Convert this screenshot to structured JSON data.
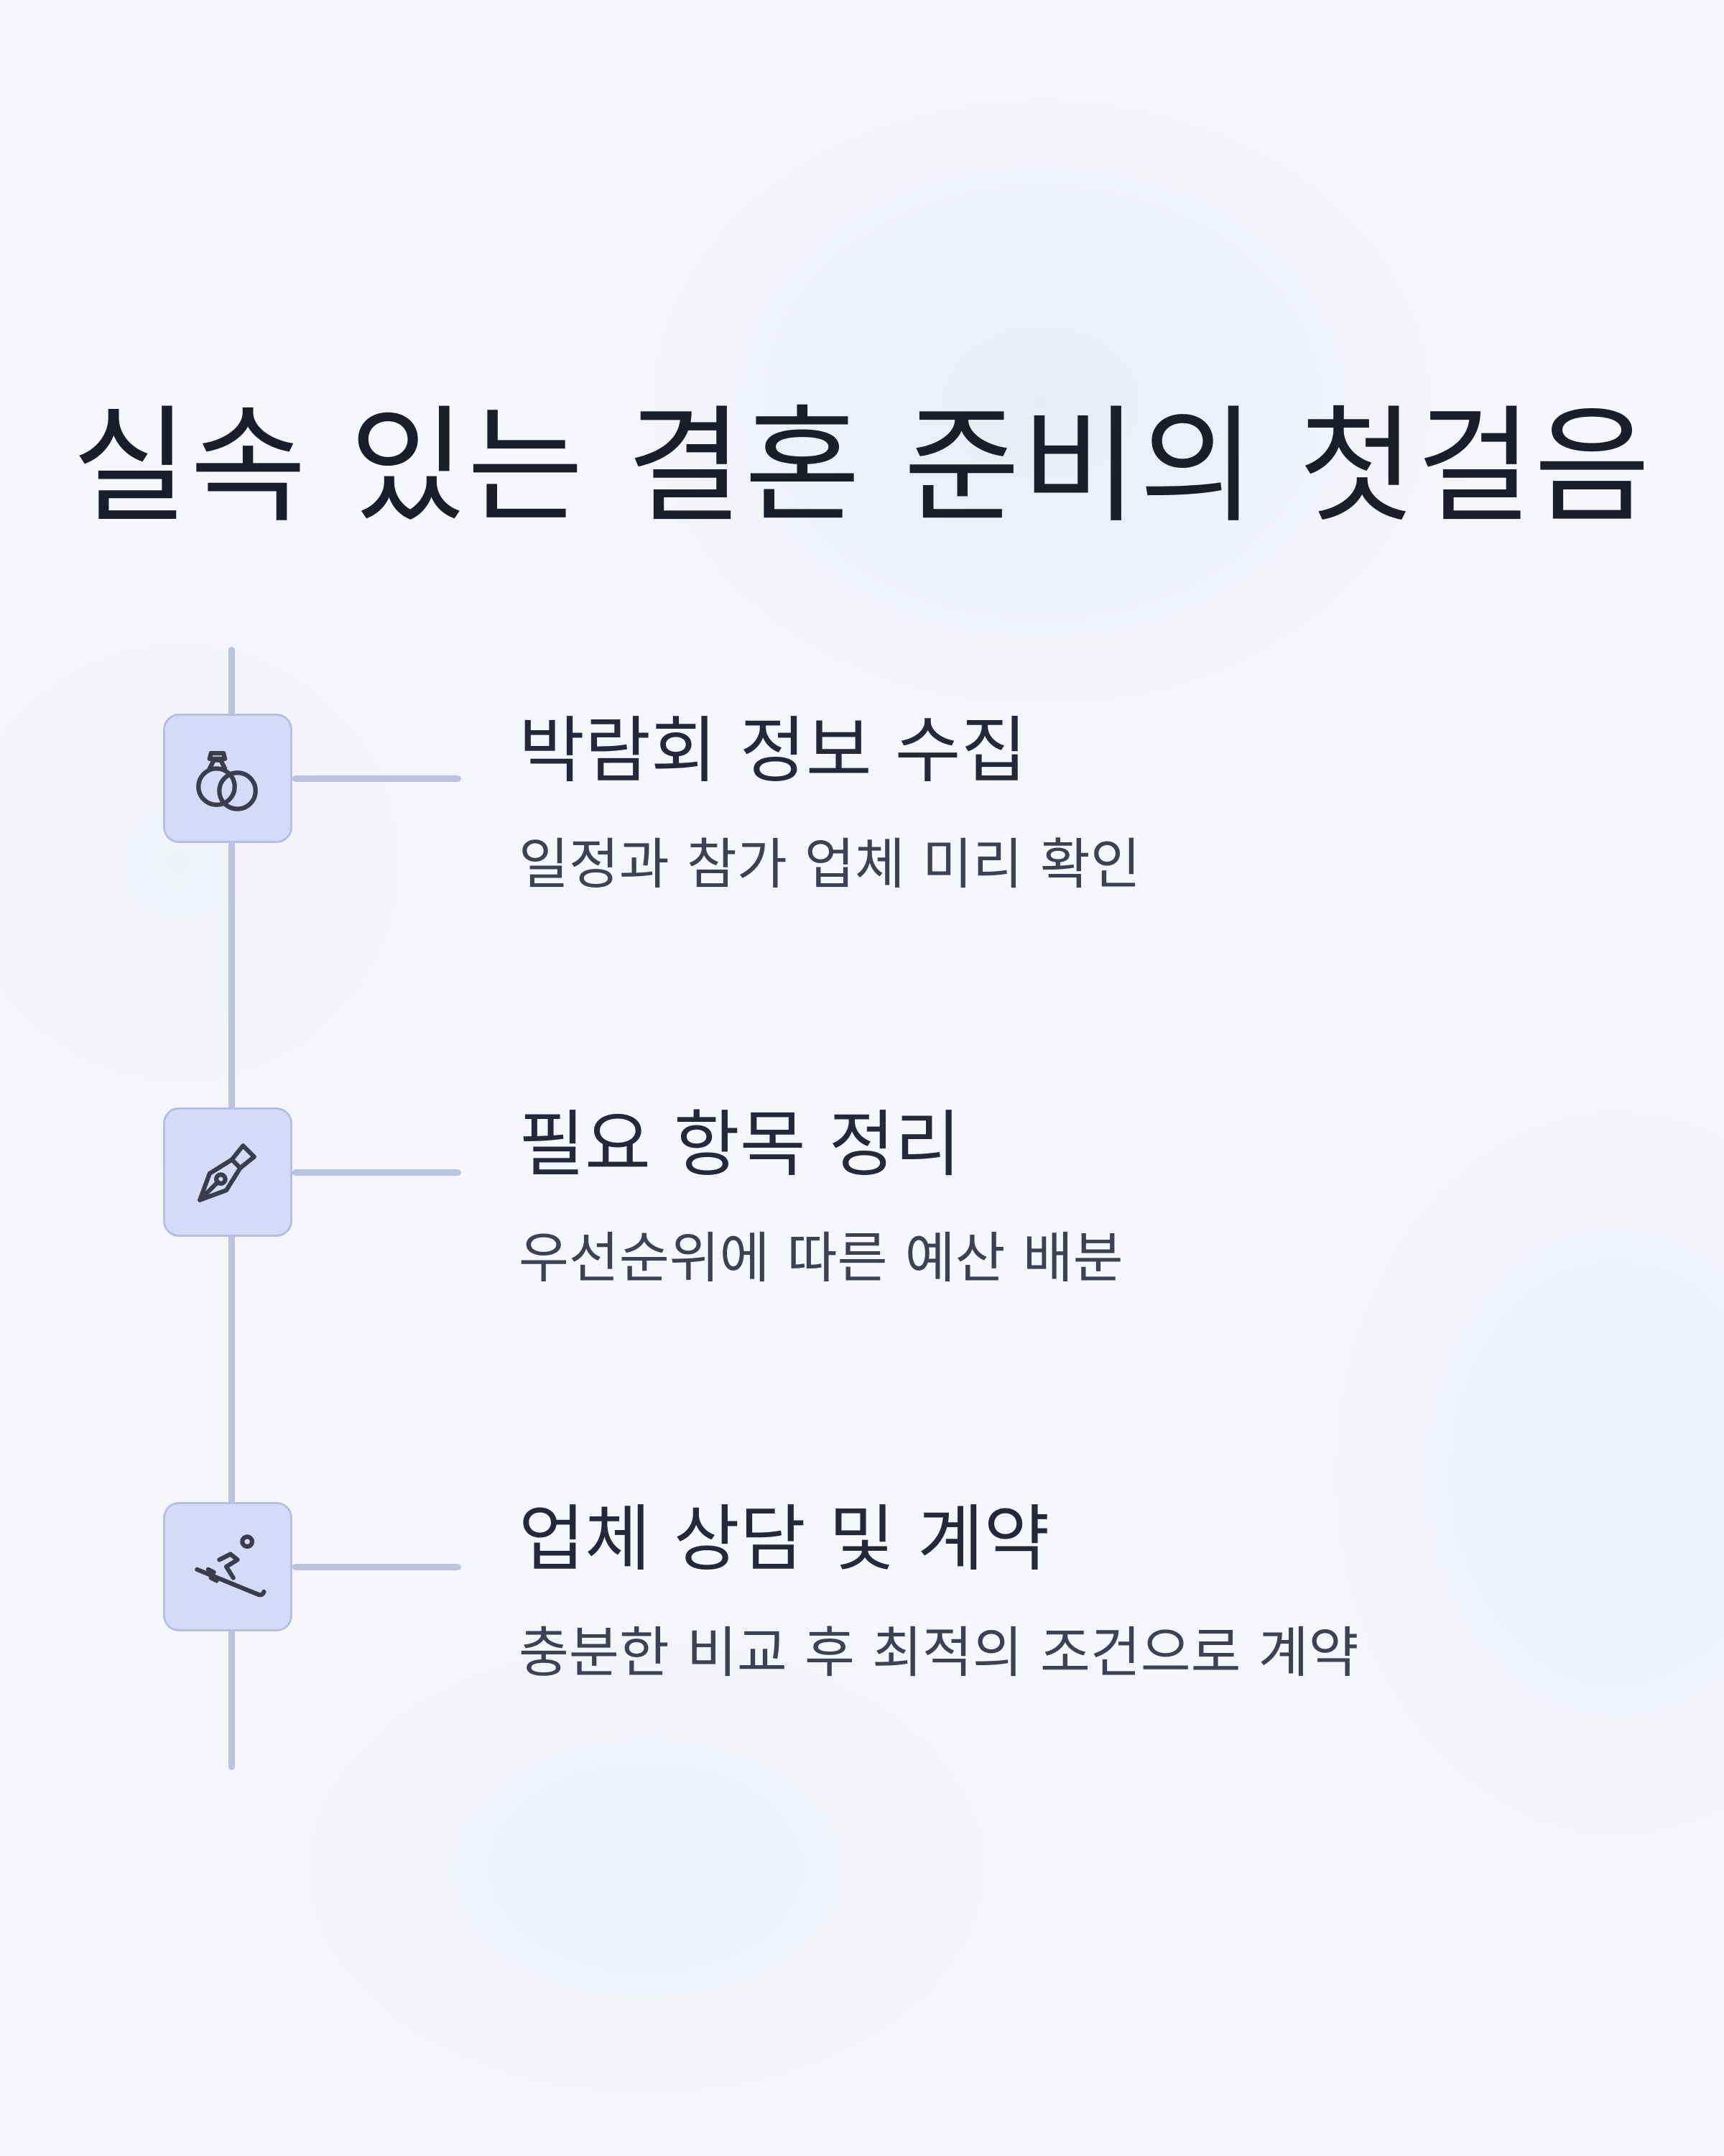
{
  "title": "실속 있는 결혼 준비의 첫걸음",
  "colors": {
    "background": "#f6f7fc",
    "timeline": "#bcc3e2",
    "icon_box": "#d5dbf6",
    "icon_stroke": "#3a3d4e",
    "title_text": "#1b1d2b",
    "body_text": "#3e4154"
  },
  "steps": [
    {
      "icon": "wedding-rings-icon",
      "title": "박람회 정보 수집",
      "description": "일정과 참가 업체 미리 확인"
    },
    {
      "icon": "fountain-pen-icon",
      "title": "필요 항목 정리",
      "description": "우선순위에 따른 예산 배분"
    },
    {
      "icon": "skier-icon",
      "title": "업체 상담 및 계약",
      "description": "충분한 비교 후 최적의 조건으로 계약"
    }
  ]
}
